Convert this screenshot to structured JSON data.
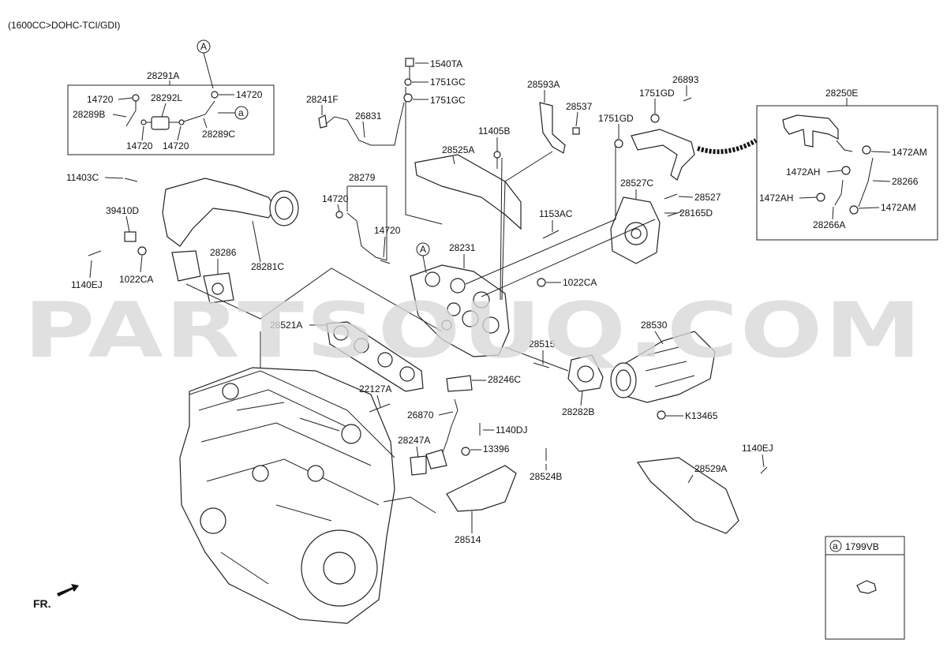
{
  "header": {
    "engine_spec": "(1600CC>DOHC-TCI/GDI)"
  },
  "watermark": "PARTSOUQ.COM",
  "orientation_label": "FR.",
  "markers": {
    "circle_A": "A",
    "circle_a": "a"
  },
  "inset_top": {
    "group": "28291A",
    "labels": [
      "14720",
      "14720",
      "28292L",
      "28289B",
      "14720",
      "14720",
      "28289C"
    ]
  },
  "inset_right": {
    "group": "28250E",
    "labels": [
      "1472AM",
      "1472AH",
      "28266",
      "1472AH",
      "1472AM",
      "28266A"
    ]
  },
  "legend_box": {
    "marker": "a",
    "part": "1799VB"
  },
  "part_labels": {
    "p1540TA": "1540TA",
    "p1751GC_1": "1751GC",
    "p1751GC_2": "1751GC",
    "p28241F": "28241F",
    "p26831": "26831",
    "p11405B": "11405B",
    "p28593A": "28593A",
    "p28537": "28537",
    "p1751GD_1": "1751GD",
    "p26893": "26893",
    "p1751GD_2": "1751GD",
    "p28525A": "28525A",
    "p11403C": "11403C",
    "p28279": "28279",
    "p14720_a": "14720",
    "p14720_b": "14720",
    "p39410D": "39410D",
    "p1153AC": "1153AC",
    "p28527C": "28527C",
    "p28527": "28527",
    "p28165D": "28165D",
    "p28286": "28286",
    "p28231": "28231",
    "p28281C": "28281C",
    "p1140EJ_a": "1140EJ",
    "p1022CA_a": "1022CA",
    "p1022CA_b": "1022CA",
    "p28521A": "28521A",
    "p28530": "28530",
    "p28515": "28515",
    "p28246C": "28246C",
    "p22127A": "22127A",
    "p28282B": "28282B",
    "p26870": "26870",
    "p1140DJ": "1140DJ",
    "pK13465": "K13465",
    "p28247A": "28247A",
    "p13396": "13396",
    "p28524B": "28524B",
    "p1140EJ_b": "1140EJ",
    "p28529A": "28529A",
    "p28514": "28514"
  }
}
